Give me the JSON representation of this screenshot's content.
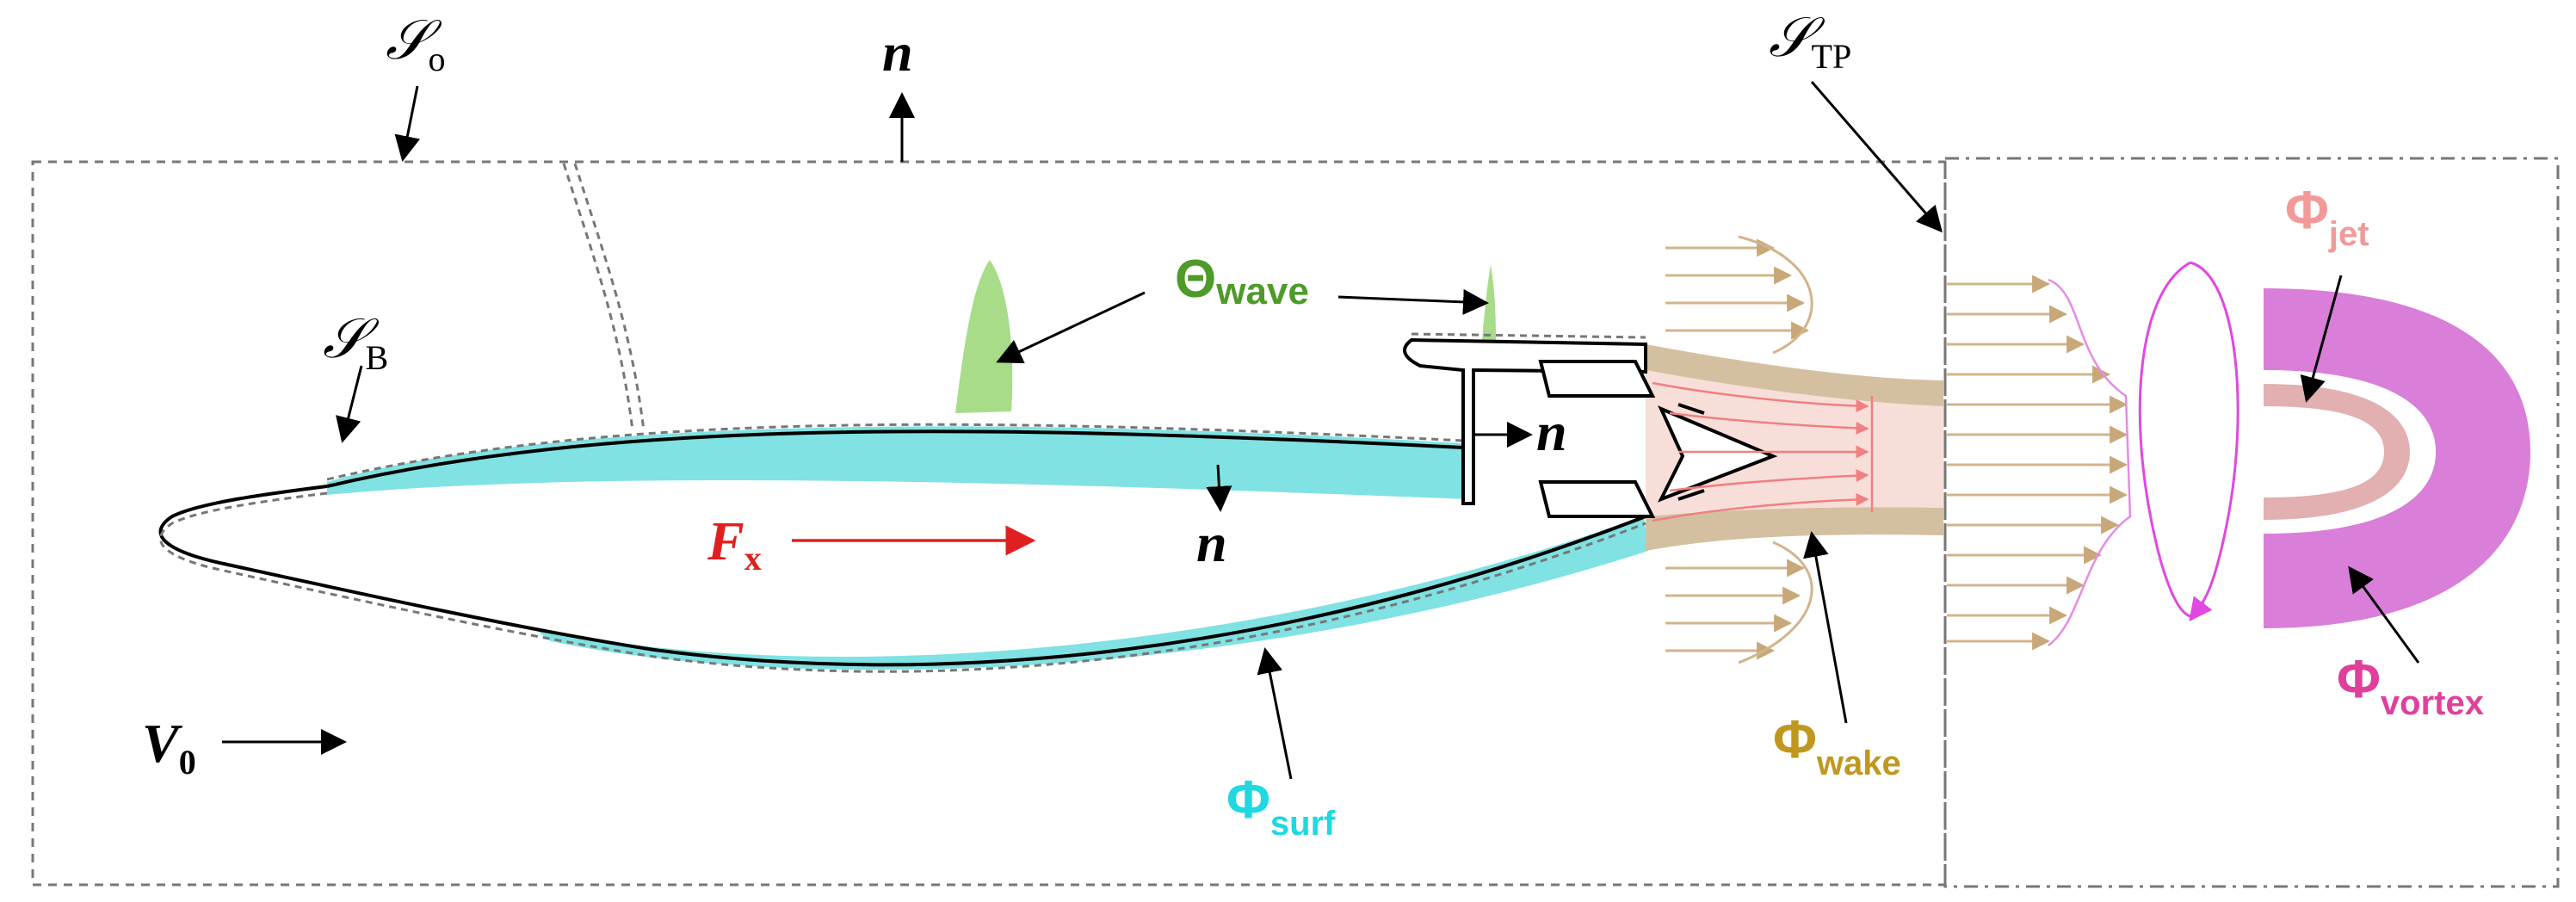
{
  "labels": {
    "s_o": {
      "main": "𝒮",
      "sub": "o"
    },
    "s_tp": {
      "main": "𝒮",
      "sub": "TP"
    },
    "s_b": {
      "main": "𝒮",
      "sub": "B"
    },
    "n_top": "n",
    "n_right": "n",
    "n_bottom": "n",
    "theta_wave": {
      "main": "Θ",
      "sub": "wave"
    },
    "phi_jet": {
      "main": "Φ",
      "sub": "jet"
    },
    "phi_vortex": {
      "main": "Φ",
      "sub": "vortex"
    },
    "phi_wake": {
      "main": "Φ",
      "sub": "wake"
    },
    "phi_surf": {
      "main": "Φ",
      "sub": "surf"
    },
    "f_x": {
      "main": "F",
      "sub": "x"
    },
    "v_0": {
      "main": "V",
      "sub": "0"
    }
  },
  "colors": {
    "surf": "#80e2e2",
    "wave": "#a8dc88",
    "wake": "#d4c0a0",
    "jet": "#f2a0a0",
    "vortex": "#d97ed9",
    "vortex_label": "#e0409c",
    "wave_label": "#4e9a2a",
    "wake_label": "#c09820",
    "jet_label": "#f29a9a",
    "surf_label": "#20d8e0",
    "force": "#e02020",
    "flow_arrows": "#d2b48c"
  }
}
